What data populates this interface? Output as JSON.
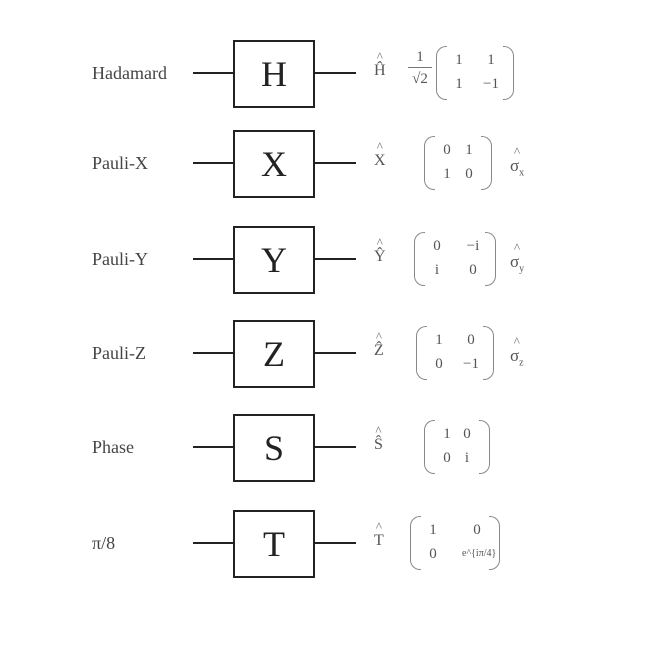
{
  "gates": [
    {
      "name": "Hadamard",
      "symbol": "H",
      "operator": "Ĥ",
      "prefactor": {
        "numerator": "1",
        "denominator": "√2"
      },
      "matrix": [
        [
          "1",
          "1"
        ],
        [
          "1",
          "−1"
        ]
      ],
      "sigma": null
    },
    {
      "name": "Pauli-X",
      "symbol": "X",
      "operator": "X̂",
      "prefactor": null,
      "matrix": [
        [
          "0",
          "1"
        ],
        [
          "1",
          "0"
        ]
      ],
      "sigma": {
        "base": "σ",
        "sub": "x"
      }
    },
    {
      "name": "Pauli-Y",
      "symbol": "Y",
      "operator": "Ŷ",
      "prefactor": null,
      "matrix": [
        [
          "0",
          "−i"
        ],
        [
          "i",
          "0"
        ]
      ],
      "sigma": {
        "base": "σ",
        "sub": "y"
      }
    },
    {
      "name": "Pauli-Z",
      "symbol": "Z",
      "operator": "Ẑ",
      "prefactor": null,
      "matrix": [
        [
          "1",
          "0"
        ],
        [
          "0",
          "−1"
        ]
      ],
      "sigma": {
        "base": "σ",
        "sub": "z"
      }
    },
    {
      "name": "Phase",
      "symbol": "S",
      "operator": "Ŝ",
      "prefactor": null,
      "matrix": [
        [
          "1",
          "0"
        ],
        [
          "0",
          "i"
        ]
      ],
      "sigma": null
    },
    {
      "name": "π/8",
      "symbol": "T",
      "operator": "T̂",
      "prefactor": null,
      "matrix": [
        [
          "1",
          "0"
        ],
        [
          "0",
          "e^{iπ/4}"
        ]
      ],
      "sigma": null
    }
  ]
}
